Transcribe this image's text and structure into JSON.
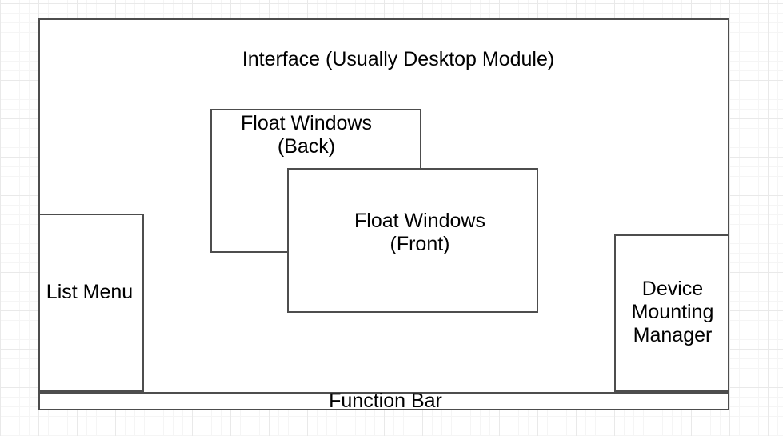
{
  "boxes": {
    "interface": {
      "label": "Interface (Usually Desktop Module)"
    },
    "float_back": {
      "label": "Float Windows\n(Back)"
    },
    "float_front": {
      "label": "Float Windows\n(Front)"
    },
    "list_menu": {
      "label": "List Menu"
    },
    "device_manager": {
      "label": "Device\nMounting\nManager"
    },
    "function_bar": {
      "label": "Function Bar"
    }
  },
  "colors": {
    "shape_stroke": "#4d4d4d",
    "shape_fill": "#ffffff",
    "label_text": "#000000",
    "grid_minor": "#f5f5f5",
    "grid_major": "#e9e9e9",
    "canvas_background": "#ffffff"
  }
}
